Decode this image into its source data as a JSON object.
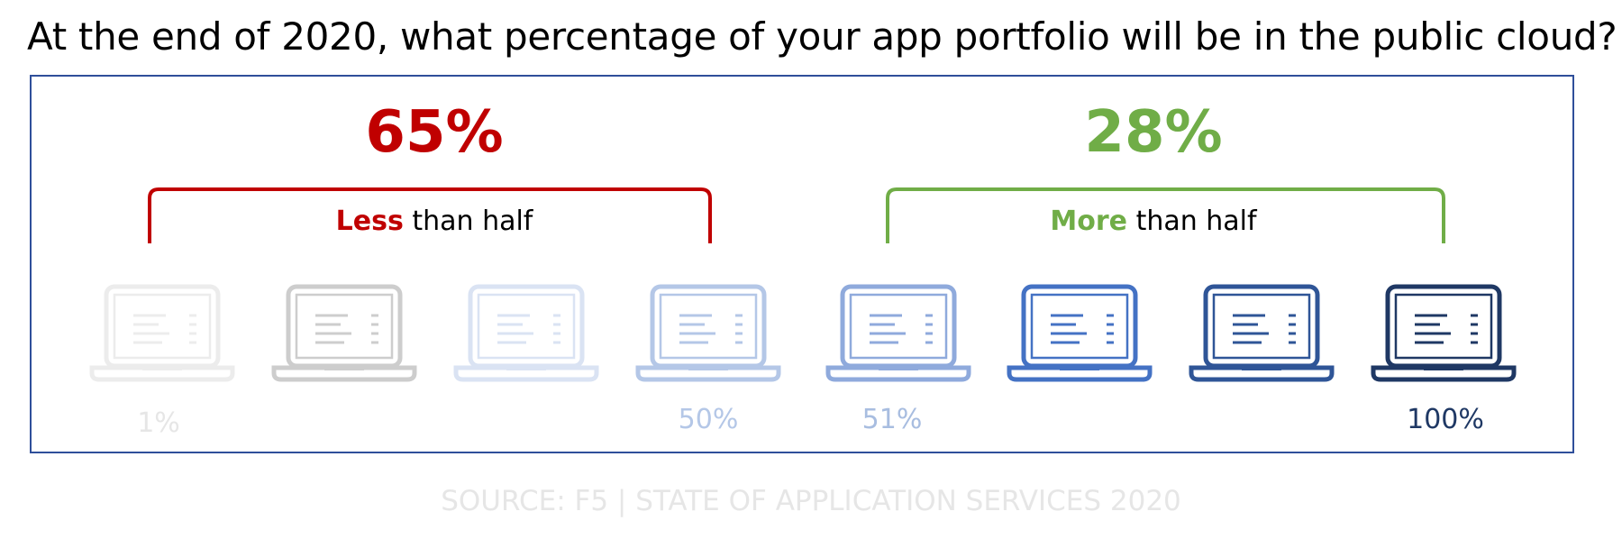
{
  "title": "At the end of 2020, what percentage of your app portfolio will be in the public cloud?",
  "source": "SOURCE: F5 | STATE OF APPLICATION SERVICES 2020",
  "chart_data": {
    "type": "pictograph",
    "groups": [
      {
        "value_label": "65%",
        "value": 65,
        "highlight": "Less",
        "rest": " than half",
        "color": "#c00000"
      },
      {
        "value_label": "28%",
        "value": 28,
        "highlight": "More",
        "rest": " than half",
        "color": "#70ad47"
      }
    ],
    "scale_labels": [
      {
        "text": "1%",
        "color": "#e6e6e6"
      },
      {
        "text": "50%",
        "color": "#b4c7e7"
      },
      {
        "text": "51%",
        "color": "#a8bde0"
      },
      {
        "text": "100%",
        "color": "#1f3864"
      }
    ],
    "laptop_colors": [
      "#ececec",
      "#cdcdcd",
      "#dae3f3",
      "#b4c7e7",
      "#8faadc",
      "#4472c4",
      "#2f5597",
      "#1f3864"
    ]
  }
}
